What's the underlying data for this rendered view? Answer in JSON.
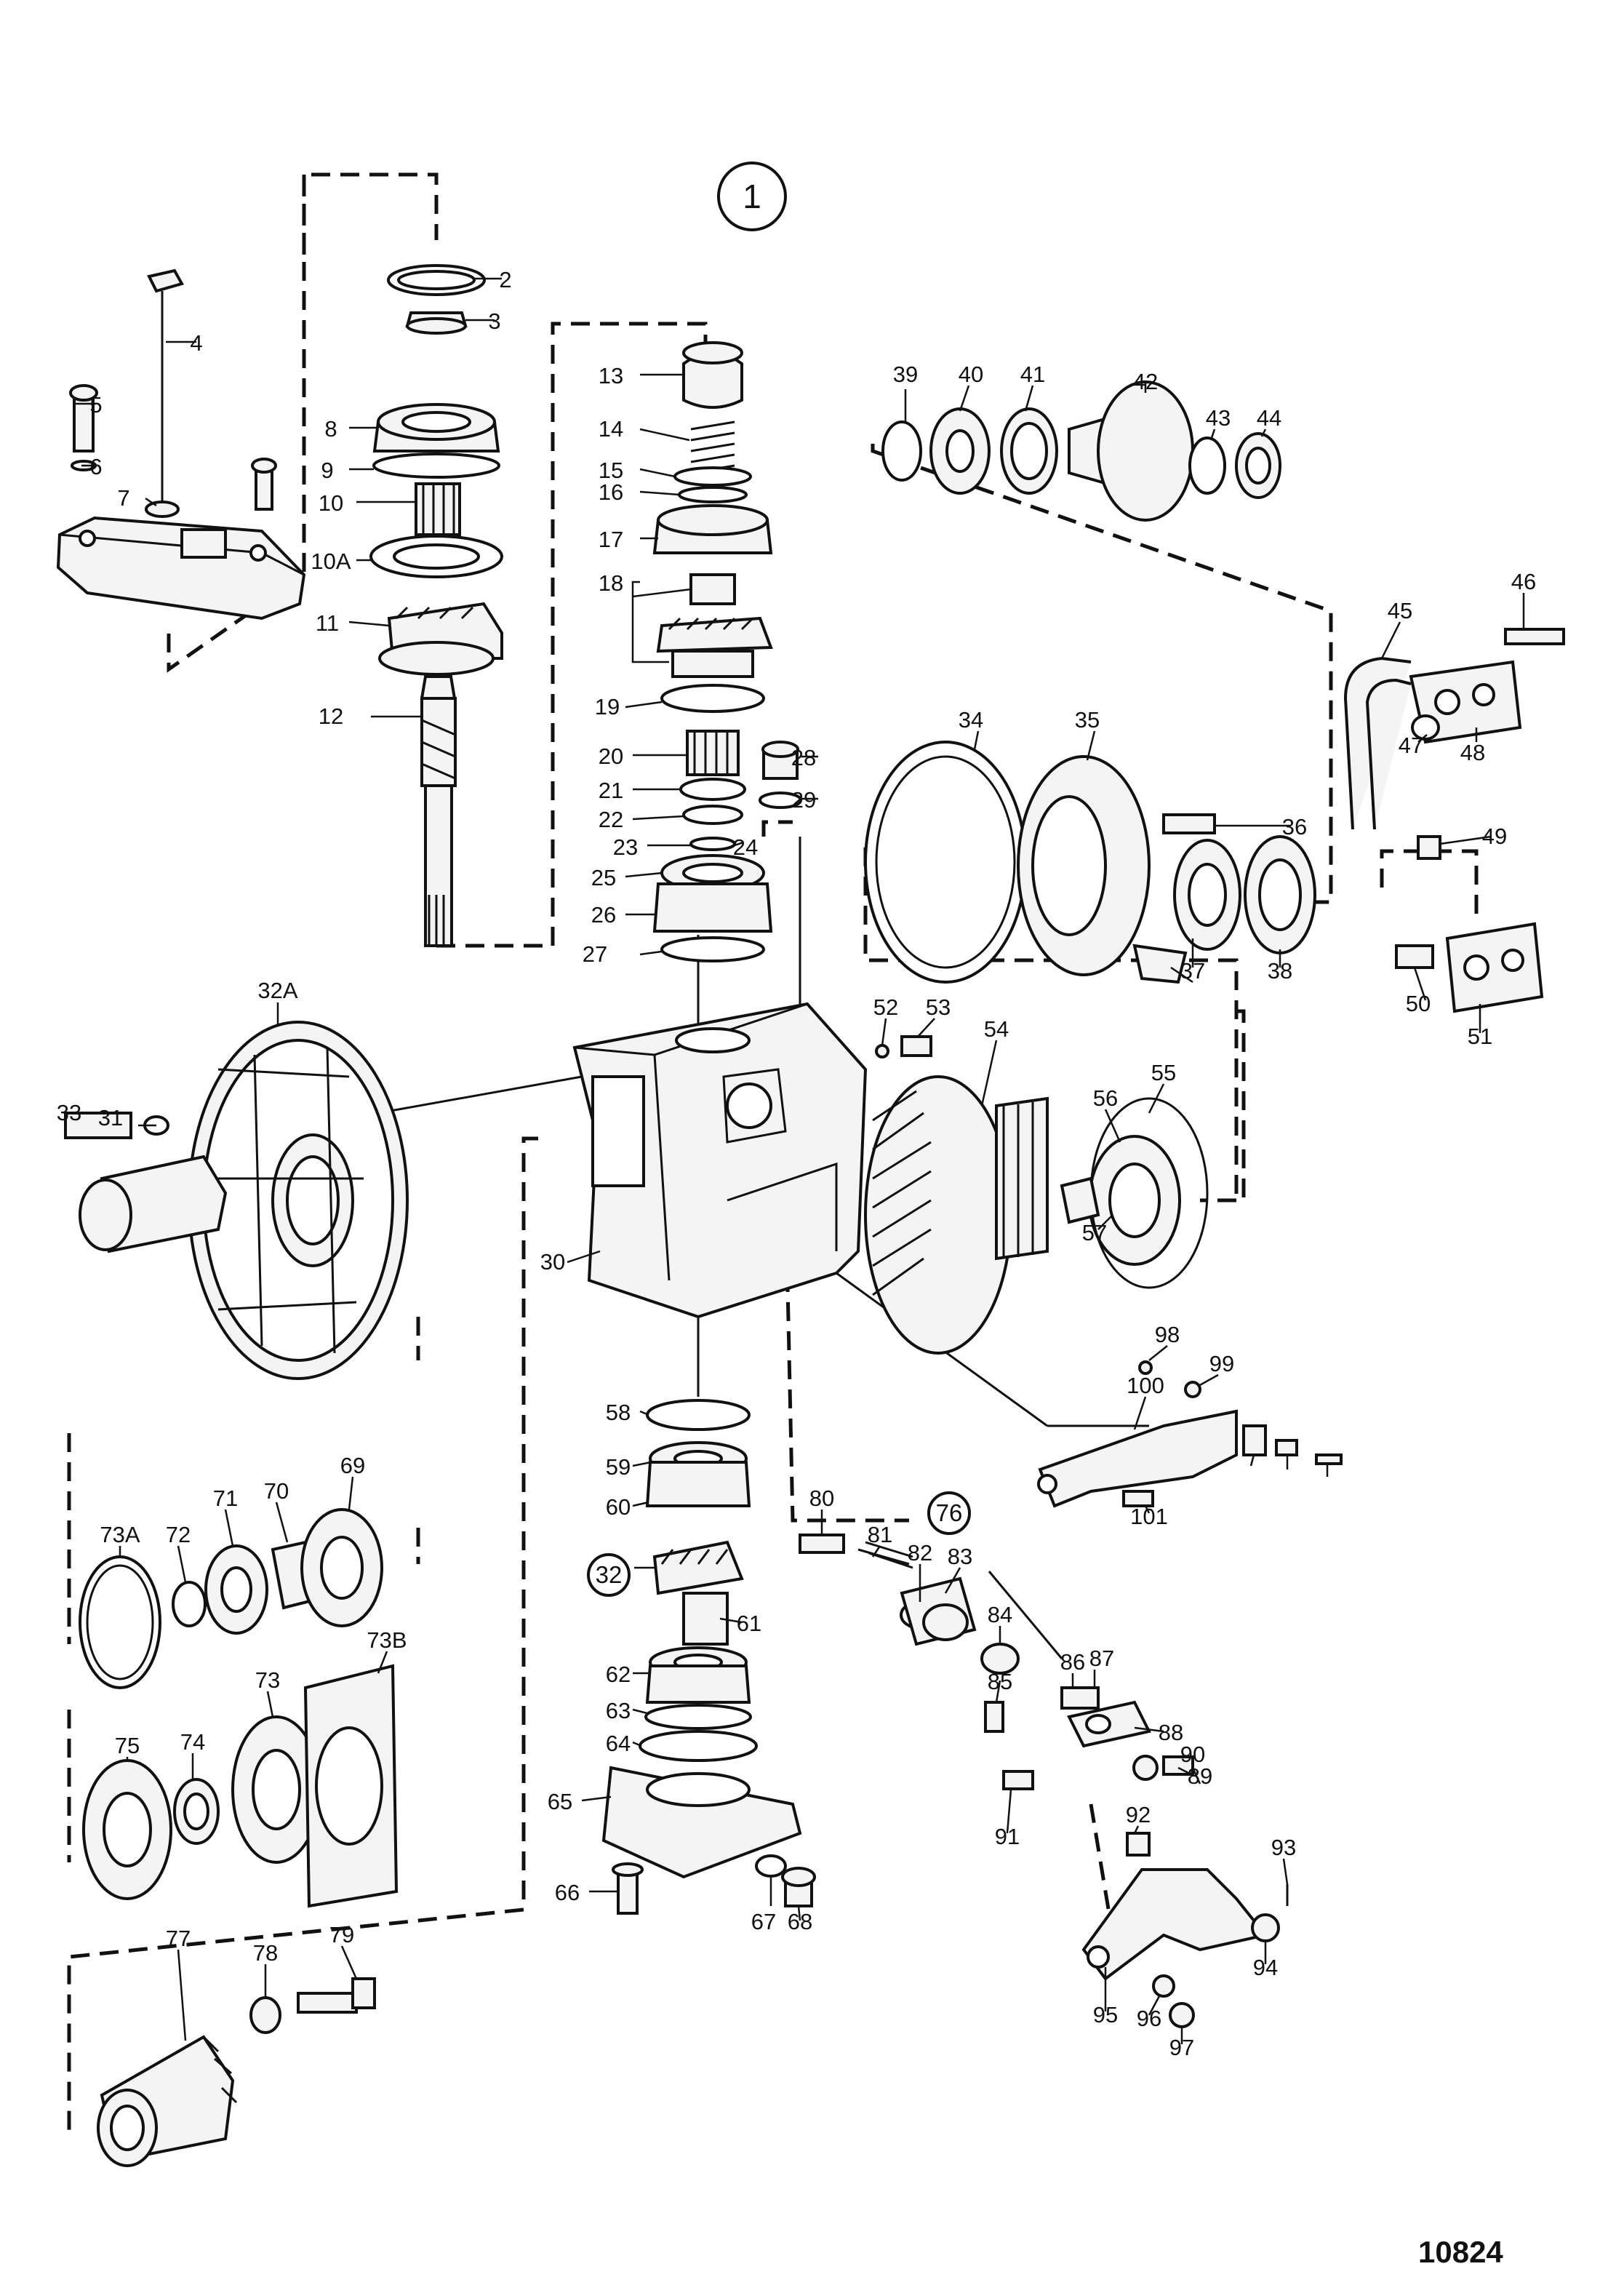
{
  "figure": {
    "index_label": "1",
    "drawing_number": "10824"
  },
  "callouts": [
    "2",
    "3",
    "4",
    "5",
    "6",
    "7",
    "8",
    "9",
    "10",
    "10A",
    "11",
    "12",
    "13",
    "14",
    "15",
    "16",
    "17",
    "18",
    "19",
    "20",
    "21",
    "22",
    "23",
    "24",
    "25",
    "26",
    "27",
    "28",
    "29",
    "30",
    "31",
    "32A",
    "33",
    "34",
    "35",
    "36",
    "37",
    "38",
    "39",
    "40",
    "41",
    "42",
    "43",
    "44",
    "45",
    "46",
    "47",
    "48",
    "49",
    "50",
    "51",
    "52",
    "53",
    "54",
    "55",
    "56",
    "57",
    "58",
    "59",
    "60",
    "61",
    "62",
    "63",
    "64",
    "65",
    "66",
    "67",
    "68",
    "69",
    "70",
    "71",
    "72",
    "73A",
    "73B",
    "73",
    "74",
    "75",
    "77",
    "78",
    "79",
    "80",
    "81",
    "82",
    "83",
    "84",
    "85",
    "86",
    "87",
    "88",
    "89",
    "90",
    "91",
    "92",
    "93",
    "94",
    "95",
    "96",
    "97",
    "98",
    "99",
    "100",
    "101"
  ],
  "circled_callouts": [
    "32",
    "76"
  ]
}
